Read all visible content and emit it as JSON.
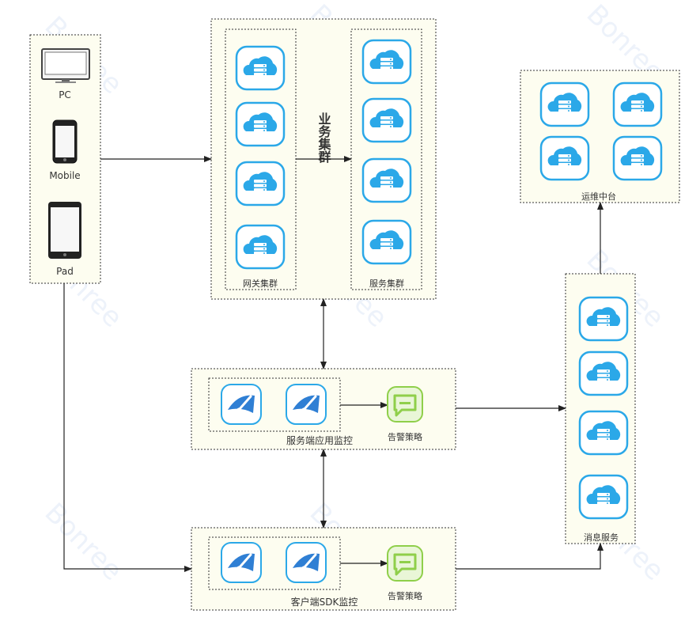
{
  "watermark": "Bonree",
  "devices": {
    "pc_label": "PC",
    "mobile_label": "Mobile",
    "pad_label": "Pad"
  },
  "business_cluster": {
    "title": "业务集群",
    "gateway_label": "网关集群",
    "service_label": "服务集群"
  },
  "ops_platform": {
    "label": "运维中台"
  },
  "message_service": {
    "label": "消息服务"
  },
  "server_monitoring": {
    "label": "服务端应用监控",
    "alert_label": "告警策略"
  },
  "client_monitoring": {
    "label": "客户端SDK监控",
    "alert_label": "告警策略"
  },
  "colors": {
    "panel_fill": "#fdfdf0",
    "cloud_blue": "#2ba8e8",
    "alert_green": "#8fcf4a",
    "gauge_blue": "#2f7fd4",
    "arrow": "#222222"
  },
  "icons": {
    "device": [
      "desktop-monitor-icon",
      "smartphone-icon",
      "tablet-icon"
    ],
    "server": "cloud-server-icon",
    "monitor": "speedometer-icon",
    "alert": "chat-message-icon"
  }
}
